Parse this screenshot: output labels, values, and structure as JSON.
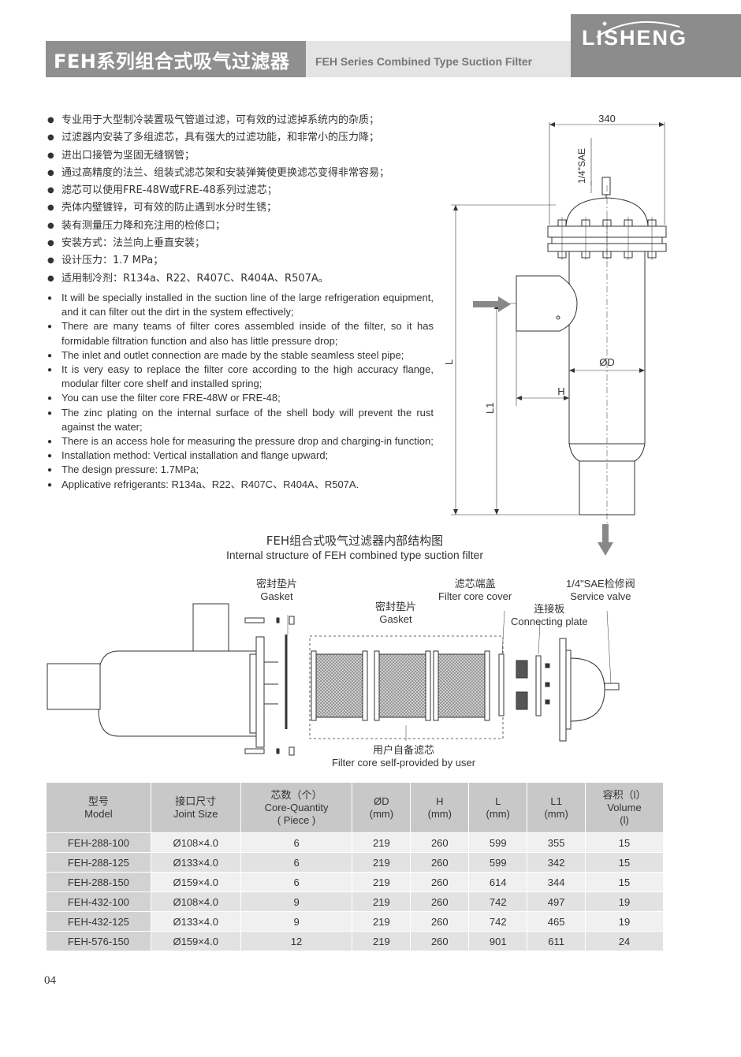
{
  "header": {
    "title_zh": "FEH系列组合式吸气过滤器",
    "title_en": "FEH Series Combined Type Suction Filter",
    "logo": "LISHENG"
  },
  "features_zh": [
    "专业用于大型制冷装置吸气管道过滤，可有效的过滤掉系统内的杂质；",
    "过滤器内安装了多组滤芯，具有强大的过滤功能，和非常小的压力降；",
    "进出口接管为坚固无缝钢管；",
    "通过高精度的法兰、组装式滤芯架和安装弹簧使更换滤芯变得非常容易；",
    "滤芯可以使用FRE-48W或FRE-48系列过滤芯；",
    "壳体内壁镀锌，可有效的防止遇到水分时生锈；",
    "装有测量压力降和充注用的检修口；",
    "安装方式：法兰向上垂直安装；",
    "设计压力：1.7 MPa；",
    "适用制冷剂：R134a、R22、R407C、R404A、R507A。"
  ],
  "features_en": [
    "It will be specially installed in the suction line of the large refrigeration equipment, and it can filter out the dirt in the system effectively;",
    "There are many teams of filter cores assembled inside of the filter, so it has formidable filtration function and also has little pressure drop;",
    "The inlet and outlet connection are made by the stable seamless steel pipe;",
    "It is very easy to replace the filter core according to the high accuracy flange, modular filter core shelf and installed spring;",
    "You can use the filter core FRE-48W or FRE-48;",
    "The zinc plating on the internal surface of the shell body will prevent the rust against the water;",
    "There is an access hole for measuring the pressure drop and charging-in function;",
    "Installation method: Vertical installation and flange upward;",
    "The design pressure: 1.7MPa;",
    "Applicative refrigerants: R134a、R22、R407C、R404A、R507A."
  ],
  "drawing": {
    "dim_width": "340",
    "port_label": "1/4\"SAE",
    "dim_L": "L",
    "dim_L1": "L1",
    "dim_D": "ØD",
    "dim_H": "H"
  },
  "structure": {
    "title_zh": "FEH组合式吸气过滤器内部结构图",
    "title_en": "Internal structure of FEH combined type suction filter",
    "gasket1_zh": "密封垫片",
    "gasket1_en": "Gasket",
    "gasket2_zh": "密封垫片",
    "gasket2_en": "Gasket",
    "core_cover_zh": "滤芯端盖",
    "core_cover_en": "Filter core cover",
    "plate_zh": "连接板",
    "plate_en": "Connecting plate",
    "valve_zh": "1/4\"SAE检修阀",
    "valve_en": "Service valve",
    "core_zh": "用户自备滤芯",
    "core_en": "Filter core self-provided by user"
  },
  "table": {
    "headers": [
      {
        "zh": "型号",
        "en": "Model",
        "extra": ""
      },
      {
        "zh": "接口尺寸",
        "en": "Joint Size",
        "extra": ""
      },
      {
        "zh": "芯数（个）",
        "en": "Core-Quantity",
        "extra": "( Piece )"
      },
      {
        "zh": "ØD",
        "en": "(mm)",
        "extra": ""
      },
      {
        "zh": "H",
        "en": "(mm)",
        "extra": ""
      },
      {
        "zh": "L",
        "en": "(mm)",
        "extra": ""
      },
      {
        "zh": "L1",
        "en": "(mm)",
        "extra": ""
      },
      {
        "zh": "容积（l）",
        "en": "Volume",
        "extra": "(l)"
      }
    ],
    "rows": [
      [
        "FEH-288-100",
        "Ø108×4.0",
        "6",
        "219",
        "260",
        "599",
        "355",
        "15"
      ],
      [
        "FEH-288-125",
        "Ø133×4.0",
        "6",
        "219",
        "260",
        "599",
        "342",
        "15"
      ],
      [
        "FEH-288-150",
        "Ø159×4.0",
        "6",
        "219",
        "260",
        "614",
        "344",
        "15"
      ],
      [
        "FEH-432-100",
        "Ø108×4.0",
        "9",
        "219",
        "260",
        "742",
        "497",
        "19"
      ],
      [
        "FEH-432-125",
        "Ø133×4.0",
        "9",
        "219",
        "260",
        "742",
        "465",
        "19"
      ],
      [
        "FEH-576-150",
        "Ø159×4.0",
        "12",
        "219",
        "260",
        "901",
        "611",
        "24"
      ]
    ]
  },
  "page_number": "04",
  "colors": {
    "header_dark": "#8f8f8f",
    "header_light": "#e4e4e4",
    "table_header": "#c8c8c8"
  }
}
